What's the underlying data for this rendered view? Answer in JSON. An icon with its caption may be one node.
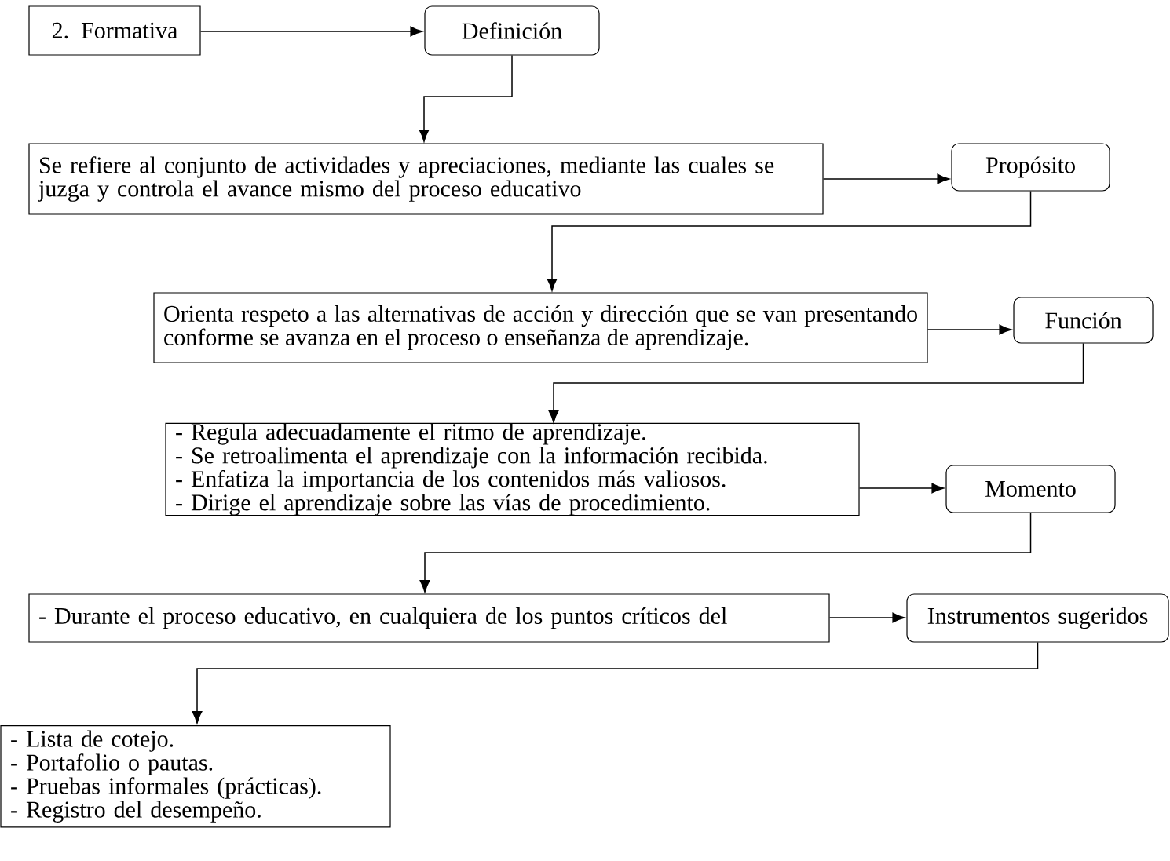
{
  "diagram": {
    "nodes": [
      {
        "text": [
          "2.  Formativa"
        ]
      },
      {
        "text": [
          "Definición"
        ]
      },
      {
        "text": [
          "Se refiere al conjunto de actividades y apreciaciones, mediante las cuales se juzga y controla el avance mismo del proceso educativo"
        ]
      },
      {
        "text": [
          "Propósito"
        ]
      },
      {
        "text": [
          "Orienta respeto a las alternativas de acción y dirección que se van presentando conforme se avanza en el proceso o enseñanza de aprendizaje."
        ]
      },
      {
        "text": [
          "Función"
        ]
      },
      {
        "text": [
          "- Regula adecuadamente el ritmo de aprendizaje.",
          "- Se retroalimenta el aprendizaje con la información recibida.",
          "- Enfatiza la importancia de los contenidos más valiosos.",
          "- Dirige el aprendizaje sobre las vías de procedimiento."
        ]
      },
      {
        "text": [
          "Momento"
        ]
      },
      {
        "text": [
          "- Durante el proceso educativo, en cualquiera de los puntos críticos del"
        ]
      },
      {
        "text": [
          "Instrumentos sugeridos"
        ]
      },
      {
        "text": [
          "- Lista de cotejo.",
          "- Portafolio o pautas.",
          "- Pruebas informales (prácticas).",
          "- Registro del desempeño."
        ]
      }
    ],
    "edges": [
      {
        "from": 0,
        "to": 1,
        "arrow": "to"
      },
      {
        "from": 1,
        "to": 2,
        "arrow": "to"
      },
      {
        "from": 2,
        "to": 3,
        "arrow": "to"
      },
      {
        "from": 3,
        "to": 4,
        "arrow": "to"
      },
      {
        "from": 4,
        "to": 5,
        "arrow": "to"
      },
      {
        "from": 5,
        "to": 6,
        "arrow": "to"
      },
      {
        "from": 6,
        "to": 7,
        "arrow": "to"
      },
      {
        "from": 7,
        "to": 8,
        "arrow": "to"
      },
      {
        "from": 8,
        "to": 9,
        "arrow": "to"
      },
      {
        "from": 9,
        "to": 10,
        "arrow": "to"
      }
    ]
  }
}
